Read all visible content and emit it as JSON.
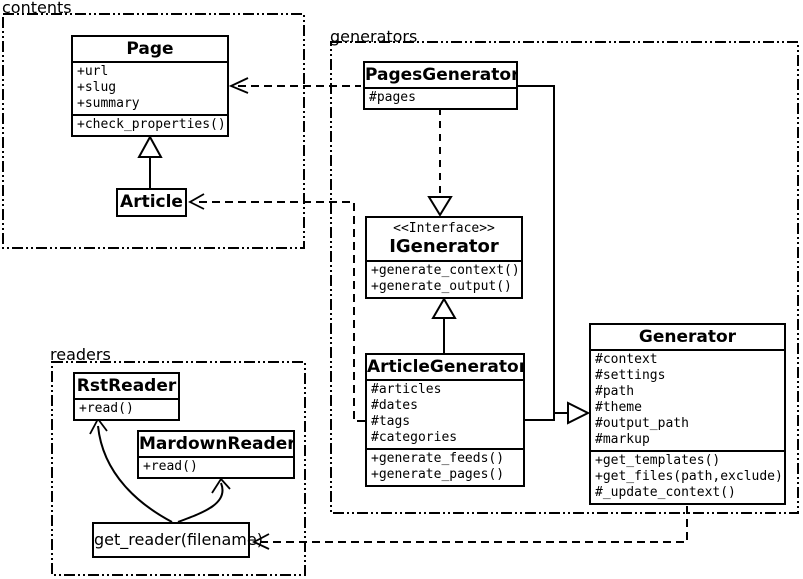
{
  "packages": {
    "contents": {
      "label": "contents"
    },
    "generators": {
      "label": "generators"
    },
    "readers": {
      "label": "readers"
    }
  },
  "classes": {
    "page": {
      "name": "Page",
      "attributes": [
        "+url",
        "+slug",
        "+summary"
      ],
      "methods": [
        "+check_properties()"
      ]
    },
    "article": {
      "name": "Article"
    },
    "pages_generator": {
      "name": "PagesGenerator",
      "attributes": [
        "#pages"
      ]
    },
    "igenerator": {
      "stereotype": "<<Interface>>",
      "name": "IGenerator",
      "methods": [
        "+generate_context()",
        "+generate_output()"
      ]
    },
    "article_generator": {
      "name": "ArticleGenerator",
      "attributes": [
        "#articles",
        "#dates",
        "#tags",
        "#categories"
      ],
      "methods": [
        "+generate_feeds()",
        "+generate_pages()"
      ]
    },
    "generator": {
      "name": "Generator",
      "attributes": [
        "#context",
        "#settings",
        "#path",
        "#theme",
        "#output_path",
        "#markup"
      ],
      "methods": [
        "+get_templates()",
        "+get_files(path,exclude)",
        "#_update_context()"
      ]
    },
    "rst_reader": {
      "name": "RstReader",
      "methods": [
        "+read()"
      ]
    },
    "mardown_reader": {
      "name": "MardownReader",
      "methods": [
        "+read()"
      ]
    },
    "get_reader": {
      "label": "get_reader(filename)"
    }
  },
  "relations": [
    {
      "from": "Article",
      "to": "Page",
      "type": "inheritance"
    },
    {
      "from": "PagesGenerator",
      "to": "IGenerator",
      "type": "realization"
    },
    {
      "from": "ArticleGenerator",
      "to": "IGenerator",
      "type": "inheritance"
    },
    {
      "from": "PagesGenerator",
      "to": "Generator",
      "type": "inheritance"
    },
    {
      "from": "ArticleGenerator",
      "to": "Generator",
      "type": "inheritance"
    },
    {
      "from": "PagesGenerator",
      "to": "Page",
      "type": "dependency"
    },
    {
      "from": "ArticleGenerator",
      "to": "Article",
      "type": "dependency"
    },
    {
      "from": "Generator",
      "to": "get_reader(filename)",
      "type": "dependency"
    },
    {
      "from": "get_reader(filename)",
      "to": "RstReader",
      "type": "association"
    },
    {
      "from": "get_reader(filename)",
      "to": "MardownReader",
      "type": "association"
    }
  ],
  "colors": {
    "line": "#000000",
    "background": "#ffffff"
  }
}
